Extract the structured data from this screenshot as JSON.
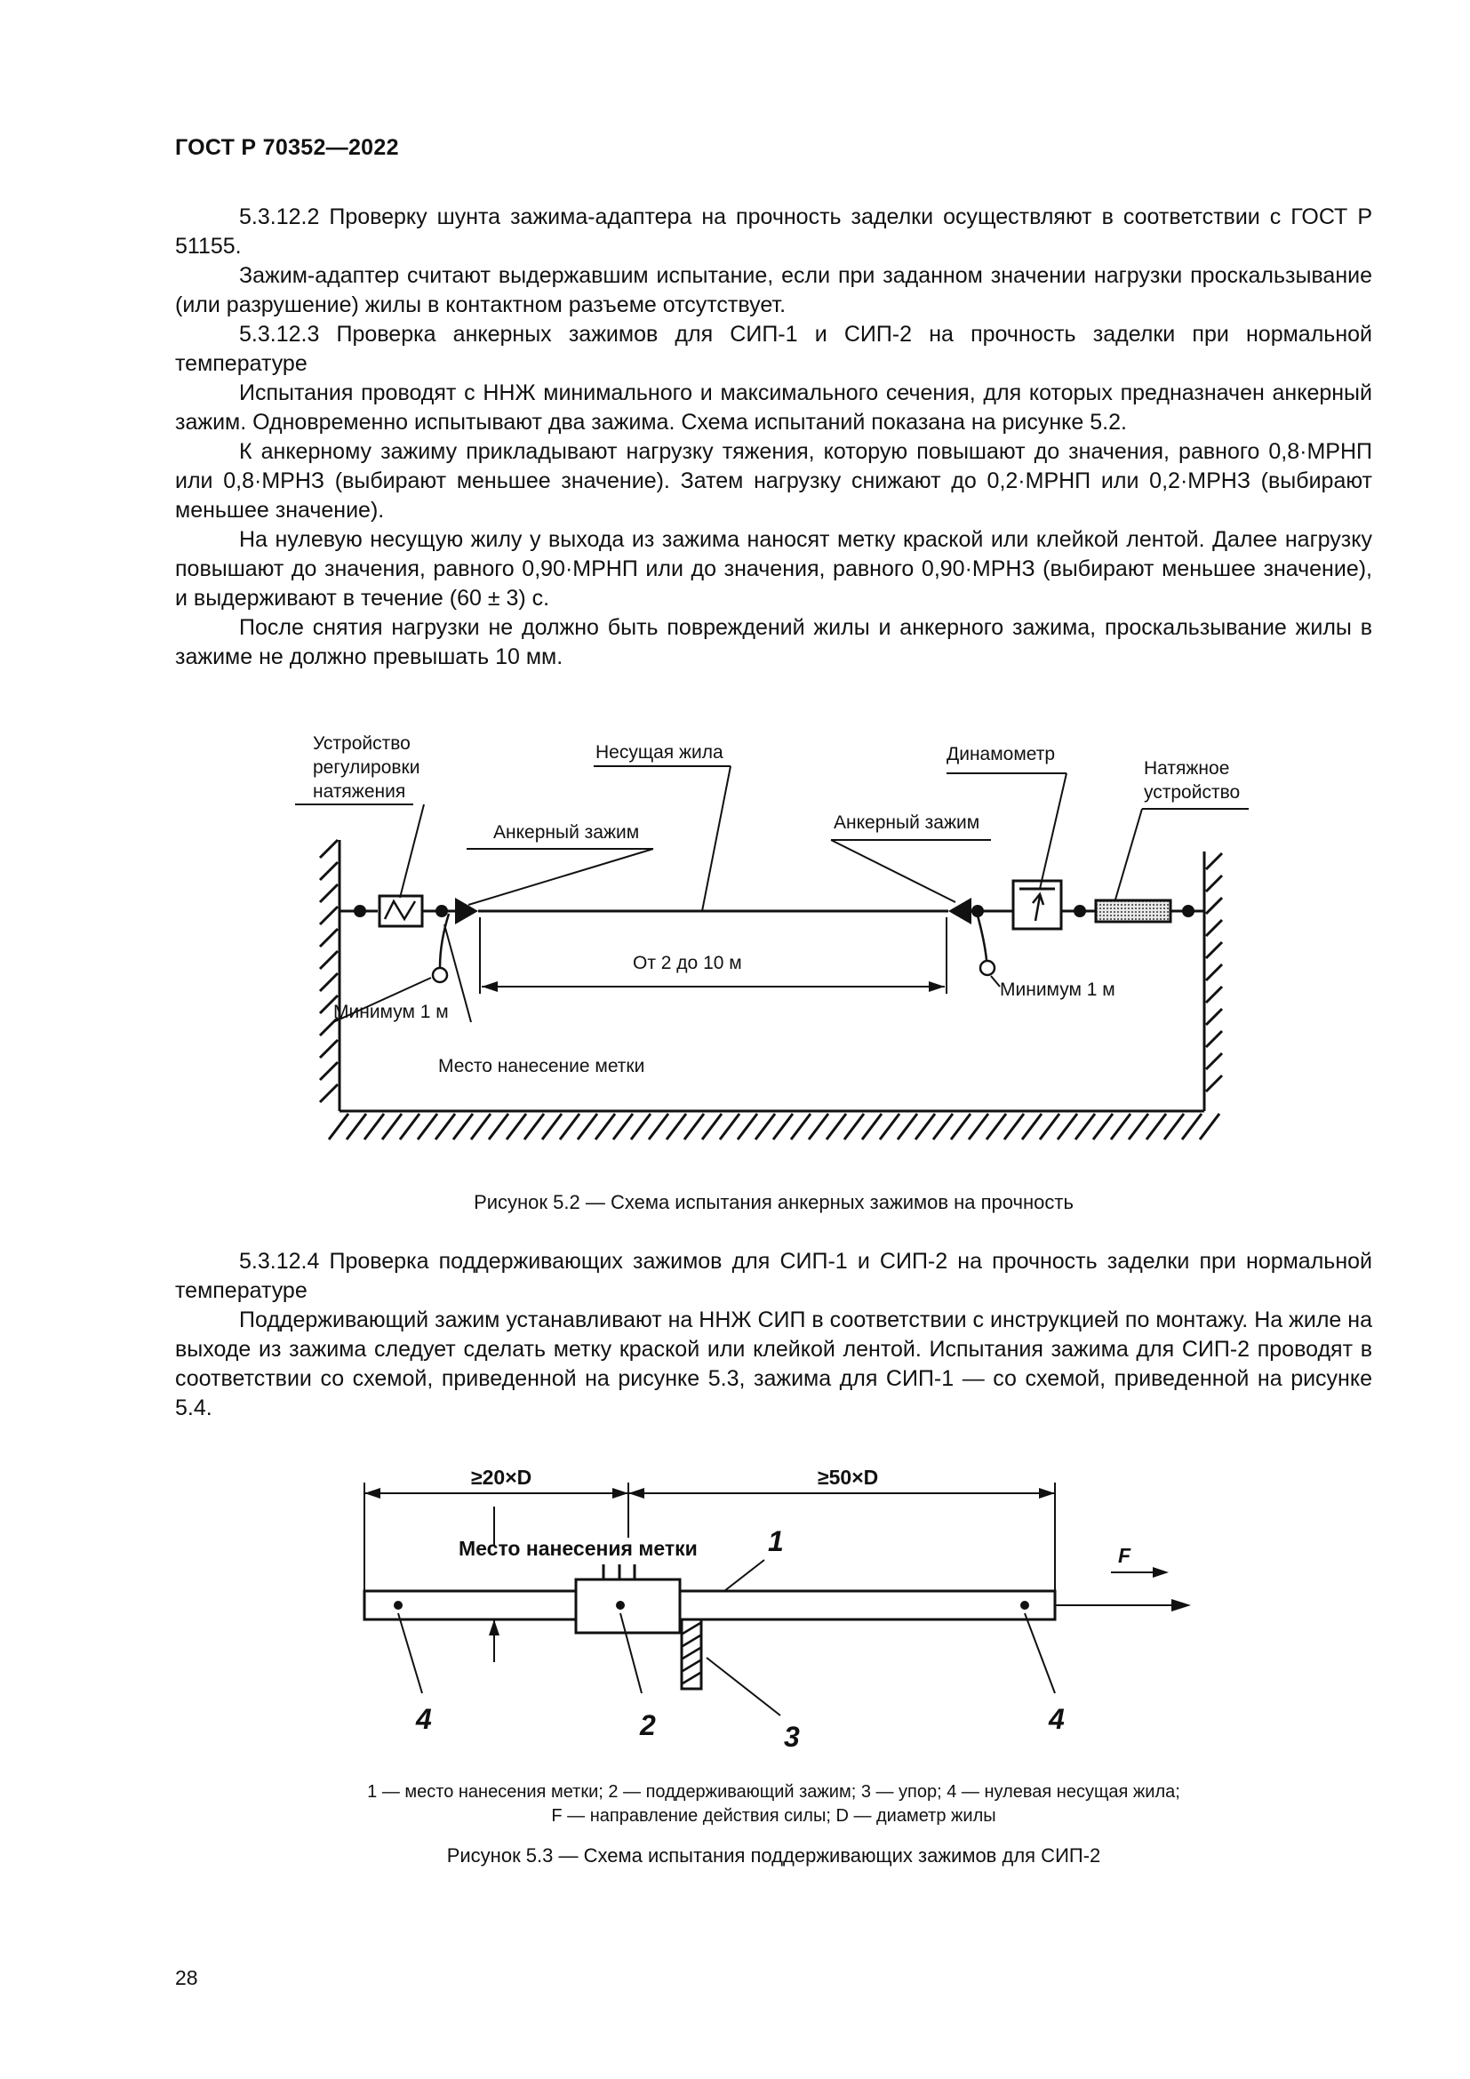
{
  "header": "ГОСТ Р 70352—2022",
  "block1": [
    "5.3.12.2 Проверку шунта зажима-адаптера на прочность заделки осуществляют в соответствии с ГОСТ Р 51155.",
    "Зажим-адаптер считают выдержавшим испытание, если при заданном значении нагрузки проскальзывание (или разрушение) жилы в контактном разъеме отсутствует.",
    "5.3.12.3 Проверка анкерных зажимов для СИП-1 и СИП-2 на прочность заделки при нормальной температуре",
    "Испытания проводят с ННЖ минимального и максимального сечения, для которых предназначен анкерный зажим. Одновременно испытывают два зажима. Схема испытаний показана на рисунке 5.2.",
    "К анкерному зажиму прикладывают нагрузку тяжения, которую повышают до значения, равного 0,8·МРНП или 0,8·МРНЗ (выбирают меньшее значение). Затем нагрузку снижают до 0,2·МРНП или 0,2·МРНЗ (выбирают меньшее значение).",
    "На нулевую несущую жилу у выхода из зажима наносят метку краской или клейкой лентой. Далее нагрузку повышают до значения, равного 0,90·МРНП или до значения, равного 0,90·МРНЗ (выбирают меньшее значение), и выдерживают в течение (60 ± 3) с.",
    "После снятия нагрузки не должно быть повреждений жилы и анкерного зажима, проскальзывание жилы в зажиме не должно превышать 10 мм."
  ],
  "fig52": {
    "label_tension_device": [
      "Устройство",
      "регулировки",
      "натяжения"
    ],
    "label_carrier": "Несущая жила",
    "label_dynamometer": "Динамометр",
    "label_puller": [
      "Натяжное",
      "устройство"
    ],
    "label_anchor_left": "Анкерный зажим",
    "label_anchor_right": "Анкерный зажим",
    "label_span": "От 2 до 10 м",
    "label_min_left": "Минимум 1 м",
    "label_min_right": "Минимум 1 м",
    "label_mark": "Место нанесение метки",
    "caption": "Рисунок 5.2 — Схема испытания анкерных зажимов на прочность"
  },
  "block2": [
    "5.3.12.4 Проверка поддерживающих зажимов для СИП-1 и СИП-2 на прочность заделки при нормальной температуре",
    "Поддерживающий зажим устанавливают на ННЖ СИП в соответствии с инструкцией по монтажу. На жиле на выходе из зажима следует сделать метку краской или клейкой лентой. Испытания зажима для СИП-2 проводят в соответствии со схемой, приведенной на рисунке 5.3, зажима для СИП-1 — со схемой, приведенной на рисунке 5.4."
  ],
  "fig53": {
    "dim_left": "≥20×D",
    "dim_right": "≥50×D",
    "label_mark": "Место нанесения метки",
    "force": "F",
    "num1": "1",
    "num2": "2",
    "num3": "3",
    "num4a": "4",
    "num4b": "4",
    "legend_line1": "1 — место нанесения метки; 2 — поддерживающий зажим; 3 — упор; 4 — нулевая несущая жила;",
    "legend_line2": "F — направление действия силы; D — диаметр жилы",
    "caption": "Рисунок 5.3 — Схема испытания поддерживающих зажимов для СИП-2"
  },
  "page_number": "28"
}
